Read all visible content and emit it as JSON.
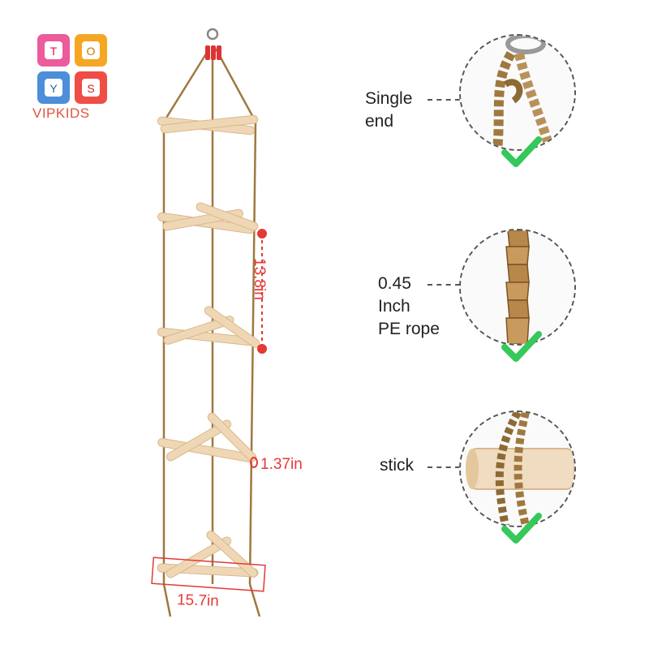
{
  "logo": {
    "tiles": [
      "T",
      "O",
      "Y",
      "S"
    ],
    "brand": "VIPKIDS"
  },
  "dimensions": {
    "height": "13.8in",
    "diameter": "1.37in",
    "width": "15.7in"
  },
  "callouts": [
    {
      "lines": [
        "Single",
        "end"
      ],
      "icon": "rope-loop-icon"
    },
    {
      "lines": [
        "0.45",
        "Inch",
        "PE rope"
      ],
      "icon": "twisted-rope-icon"
    },
    {
      "lines": [
        "stick"
      ],
      "icon": "wooden-stick-icon"
    }
  ],
  "colors": {
    "dimension": "#e53935",
    "check": "#35c85a",
    "rope": "#a0783f",
    "wood": "#efd7b6"
  }
}
